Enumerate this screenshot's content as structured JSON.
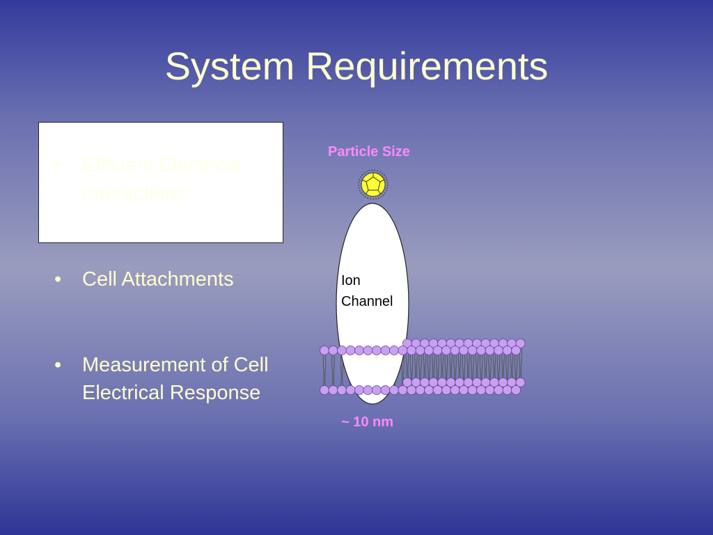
{
  "slide": {
    "title": "System Requirements",
    "bullets": [
      {
        "marker": "•",
        "text": "Efficient Electrical Interactions"
      },
      {
        "marker": "•",
        "text": "Cell Attachments"
      },
      {
        "marker": "•",
        "text": "Measurement of Cell Electrical Response"
      }
    ]
  },
  "diagram": {
    "particle_label": "Particle Size",
    "channel_label_line1": "Ion",
    "channel_label_line2": "Channel",
    "scale_label": "~ 10 nm"
  },
  "colors": {
    "title_text": "#ffffcc",
    "label_pink": "#ff88ff",
    "lipid_head": "#c8a0f0",
    "particle": "#ffff33"
  }
}
